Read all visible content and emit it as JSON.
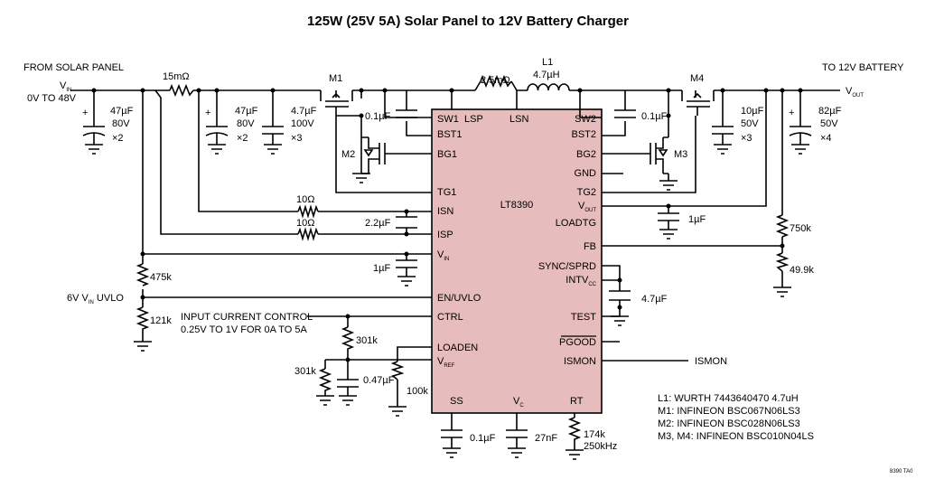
{
  "title": "125W (25V 5A) Solar Panel to 12V Battery Charger",
  "ic": {
    "name": "LT8390",
    "fill": "#e7bcbc",
    "pins_left": [
      "BST1",
      "BG1",
      "TG1",
      "ISN",
      "ISP",
      "V",
      "EN/UVLO",
      "CTRL",
      "LOADEN",
      "V"
    ],
    "pins_left_sub": {
      "vin_sub": "IN",
      "vref_sub": "REF"
    },
    "pins_top": [
      "SW1",
      "LSP",
      "LSN",
      "SW2"
    ],
    "pins_right": [
      "BST2",
      "BG2",
      "GND",
      "TG2",
      "V",
      "LOADTG",
      "FB",
      "SYNC/SPRD",
      "INTV",
      "TEST",
      "PGOOD",
      "ISMON"
    ],
    "pins_right_sub": {
      "vout_sub": "OUT",
      "intvcc_sub": "CC"
    },
    "pins_bottom": [
      "SS",
      "V",
      "RT"
    ],
    "pins_bottom_sub": {
      "vc_sub": "C"
    }
  },
  "labels": {
    "from_panel": "FROM SOLAR PANEL",
    "vin": "V",
    "vin_sub": "IN",
    "vin_range": "0V TO 48V",
    "to_battery": "TO 12V BATTERY",
    "vout": "V",
    "vout_sub": "OUT",
    "uvlo_a": "6V V",
    "uvlo_sub": "IN",
    "uvlo_b": " UVLO",
    "ctrl_line1": "INPUT CURRENT CONTROL",
    "ctrl_line2": "0.25V TO 1V FOR 0A TO 5A",
    "ismon": "ISMON",
    "fig_id": "8390 TA0"
  },
  "components": {
    "c_in1": [
      "47µF",
      "80V",
      "×2"
    ],
    "r_sense_in": "15mΩ",
    "c_in2": [
      "47µF",
      "80V",
      "×2"
    ],
    "c_in3": [
      "4.7µF",
      "100V",
      "×3"
    ],
    "m1": "M1",
    "m2": "M2",
    "m3": "M3",
    "m4": "M4",
    "c_bst1": "0.1µF",
    "r_sense_l": "2.5mΩ",
    "l1": [
      "L1",
      "4.7µH"
    ],
    "c_bst2": "0.1µF",
    "c_out1": [
      "10µF",
      "50V",
      "×3"
    ],
    "c_out2": [
      "82µF",
      "50V",
      "×4"
    ],
    "r_isn": "10Ω",
    "r_isp": "10Ω",
    "c_isn_isp": "2.2µF",
    "c_vin": "1µF",
    "c_vout": "1µF",
    "r_fb_top": "750k",
    "r_fb_bot": "49.9k",
    "c_intvcc": "4.7µF",
    "r_uvlo_top": "475k",
    "r_uvlo_bot": "121k",
    "r_ctrl_top": "301k",
    "r_ctrl_bot": "301k",
    "c_ctrl": "0.47µF",
    "r_vref": "100k",
    "c_ss": "0.1µF",
    "c_vc": "27nF",
    "r_rt": [
      "174k",
      "250kHz"
    ]
  },
  "bom": [
    "L1: WURTH 7443640470 4.7uH",
    "M1: INFINEON BSC067N06LS3",
    "M2: INFINEON BSC028N06LS3",
    "M3, M4: INFINEON BSC010N04LS"
  ]
}
